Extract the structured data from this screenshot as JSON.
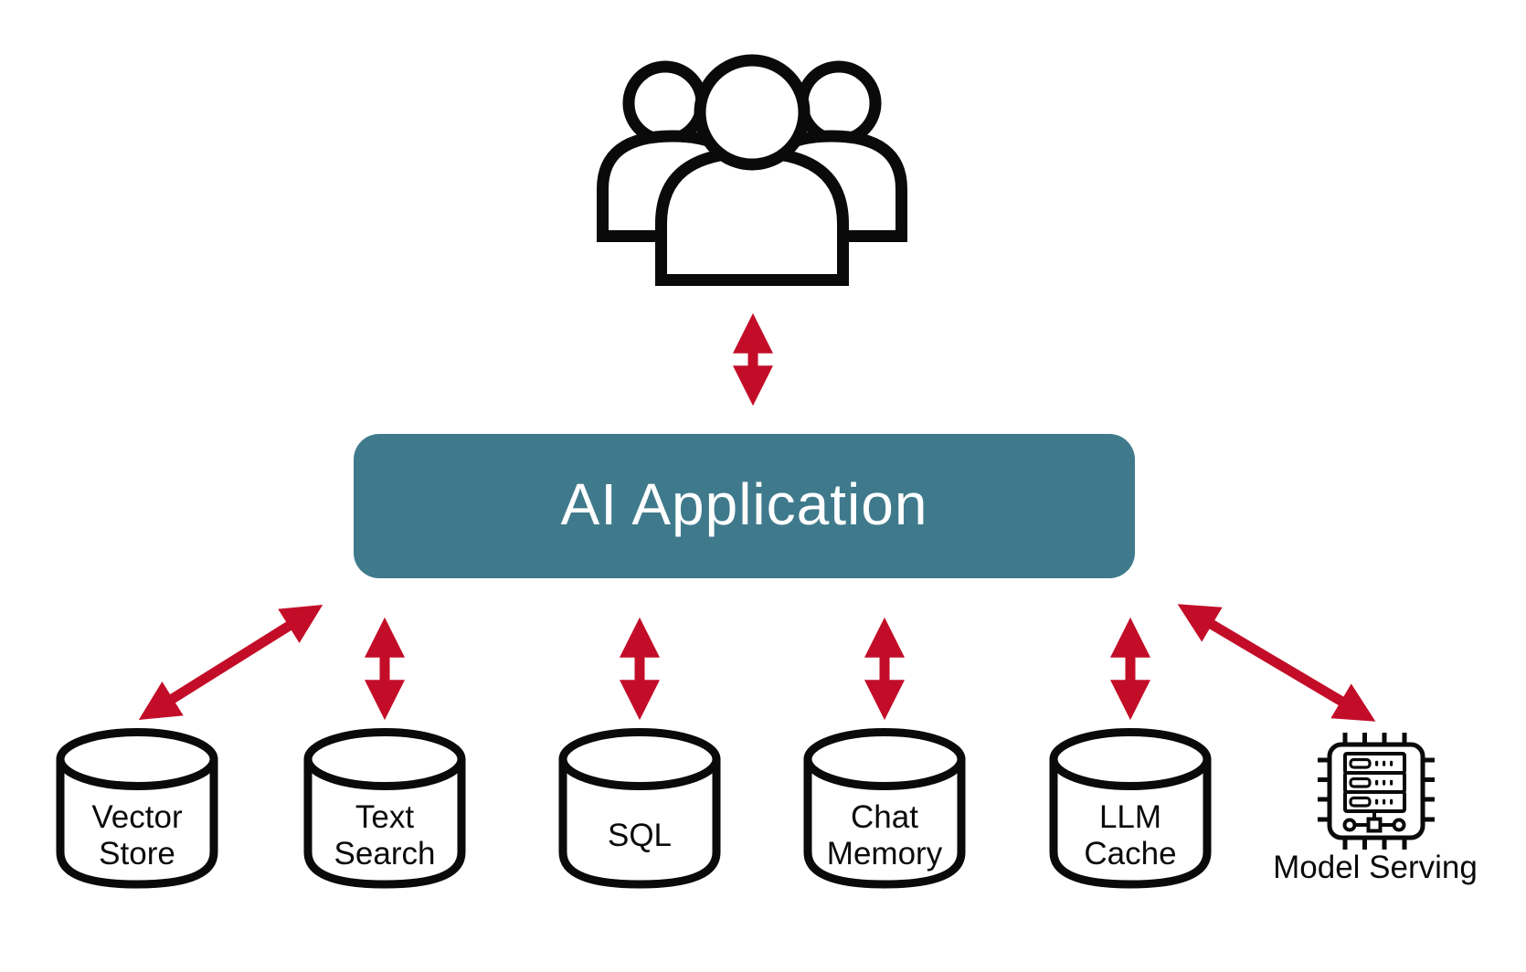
{
  "diagram": {
    "name": "ai-application-architecture",
    "colors": {
      "app_box_bg": "#3F7A8C",
      "app_box_text": "#FFFFFF",
      "arrow_red": "#C30D28",
      "outline_black": "#0A0A0A",
      "background": "#FFFFFF"
    },
    "users": {
      "icon": "users-group-icon"
    },
    "center_box": {
      "label": "AI Application"
    },
    "stores": [
      {
        "id": "vector-store",
        "icon": "database-cylinder-icon",
        "label": "Vector\nStore"
      },
      {
        "id": "text-search",
        "icon": "database-cylinder-icon",
        "label": "Text\nSearch"
      },
      {
        "id": "sql",
        "icon": "database-cylinder-icon",
        "label": "SQL"
      },
      {
        "id": "chat-memory",
        "icon": "database-cylinder-icon",
        "label": "Chat\nMemory"
      },
      {
        "id": "llm-cache",
        "icon": "database-cylinder-icon",
        "label": "LLM\nCache"
      }
    ],
    "model_serving": {
      "icon": "chip-server-icon",
      "label": "Model Serving"
    },
    "arrows": [
      "users-to-app-bidirectional",
      "app-to-vector-store-bidirectional",
      "app-to-text-search-bidirectional",
      "app-to-sql-bidirectional",
      "app-to-chat-memory-bidirectional",
      "app-to-llm-cache-bidirectional",
      "app-to-model-serving-bidirectional"
    ]
  }
}
